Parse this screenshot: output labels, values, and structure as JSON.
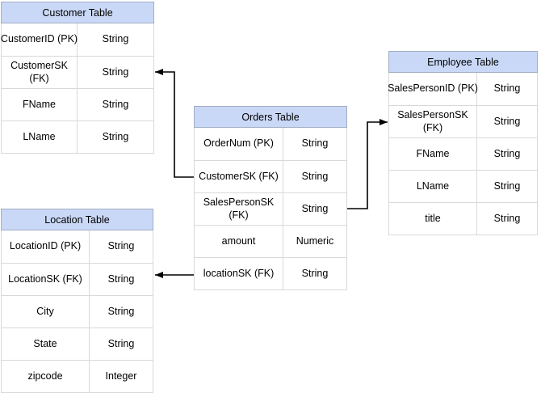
{
  "diagram": {
    "tables": [
      {
        "id": "customer",
        "title": "Customer Table",
        "rows": [
          {
            "field": "CustomerID (PK)",
            "type": "String"
          },
          {
            "field": "CustomerSK\n(FK)",
            "type": "String"
          },
          {
            "field": "FName",
            "type": "String"
          },
          {
            "field": "LName",
            "type": "String"
          }
        ]
      },
      {
        "id": "orders",
        "title": "Orders Table",
        "rows": [
          {
            "field": "OrderNum (PK)",
            "type": "String"
          },
          {
            "field": "CustomerSK (FK)",
            "type": "String"
          },
          {
            "field": "SalesPersonSK\n(FK)",
            "type": "String"
          },
          {
            "field": "amount",
            "type": "Numeric"
          },
          {
            "field": "locationSK (FK)",
            "type": "String"
          }
        ]
      },
      {
        "id": "employee",
        "title": "Employee Table",
        "rows": [
          {
            "field": "SalesPersonID (PK)",
            "type": "String"
          },
          {
            "field": "SalesPersonSK\n(FK)",
            "type": "String"
          },
          {
            "field": "FName",
            "type": "String"
          },
          {
            "field": "LName",
            "type": "String"
          },
          {
            "field": "title",
            "type": "String"
          }
        ]
      },
      {
        "id": "location",
        "title": "Location Table",
        "rows": [
          {
            "field": "LocationID (PK)",
            "type": "String"
          },
          {
            "field": "LocationSK (FK)",
            "type": "String"
          },
          {
            "field": "City",
            "type": "String"
          },
          {
            "field": "State",
            "type": "String"
          },
          {
            "field": "zipcode",
            "type": "Integer"
          }
        ]
      }
    ],
    "connectors": [
      {
        "from": "Orders Table.CustomerSK (FK)",
        "to": "Customer Table.CustomerSK (FK)"
      },
      {
        "from": "Orders Table.SalesPersonSK (FK)",
        "to": "Employee Table.SalesPersonSK (FK)"
      },
      {
        "from": "Orders Table.locationSK (FK)",
        "to": "Location Table.LocationSK (FK)"
      }
    ],
    "colors": {
      "header_fill": "#C9D8F6",
      "header_border": "#A2ADC4",
      "row_border": "#D9D9D9",
      "line_color": "#000000",
      "text_color": "#000000",
      "canvas_bg": "#FFFFFF"
    }
  }
}
